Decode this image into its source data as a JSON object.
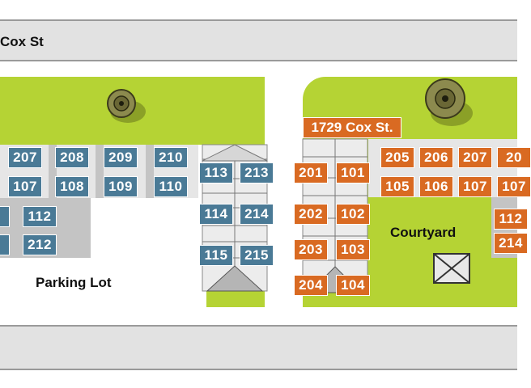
{
  "street_top": {
    "label": "Cox St"
  },
  "building_label": "1729 Cox St.",
  "parking_label": "Parking Lot",
  "courtyard_label": "Courtyard",
  "colors": {
    "left_building": "#4a7a96",
    "right_building": "#d96a22",
    "lawn": "#b5d334"
  },
  "left_units": [
    "207",
    "208",
    "209",
    "210",
    "107",
    "108",
    "109",
    "110",
    "112",
    "212",
    "113",
    "213",
    "114",
    "214",
    "115",
    "215"
  ],
  "right_units": [
    "201",
    "101",
    "205",
    "206",
    "207",
    "20",
    "105",
    "106",
    "107",
    "107",
    "202",
    "102",
    "112",
    "214",
    "203",
    "103",
    "204",
    "104"
  ]
}
